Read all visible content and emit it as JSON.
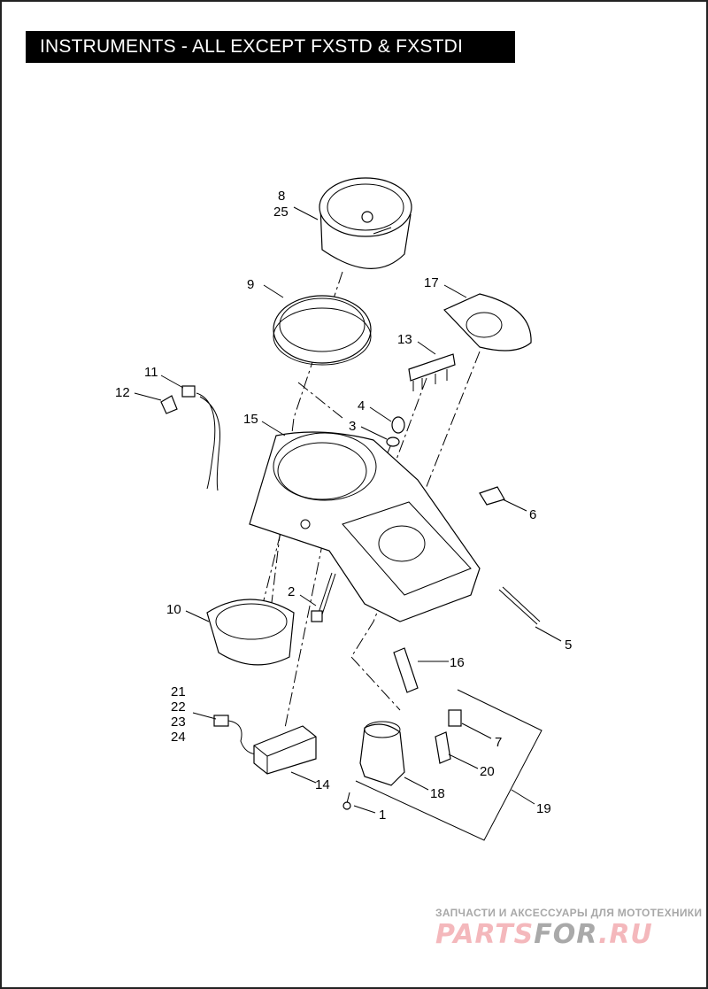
{
  "title": "INSTRUMENTS - ALL EXCEPT FXSTD & FXSTDI",
  "callouts": {
    "c1": "1",
    "c2": "2",
    "c3": "3",
    "c4": "4",
    "c5": "5",
    "c6": "6",
    "c7": "7",
    "c8": "8",
    "c9": "9",
    "c10": "10",
    "c11": "11",
    "c12": "12",
    "c13": "13",
    "c14": "14",
    "c15": "15",
    "c16": "16",
    "c17": "17",
    "c18": "18",
    "c19": "19",
    "c20": "20",
    "c21": "21",
    "c22": "22",
    "c23": "23",
    "c24": "24",
    "c25": "25"
  },
  "watermark": {
    "tagline": "ЗАПЧАСТИ И АКСЕССУАРЫ ДЛЯ МОТОТЕХНИКИ",
    "logo_part1": "PARTS",
    "logo_part2": "FOR",
    "logo_part3": ".RU"
  },
  "colors": {
    "title_bg": "#000000",
    "title_fg": "#ffffff",
    "wm_pink": "#f4b8bc",
    "wm_gray": "#a9a9a9"
  }
}
